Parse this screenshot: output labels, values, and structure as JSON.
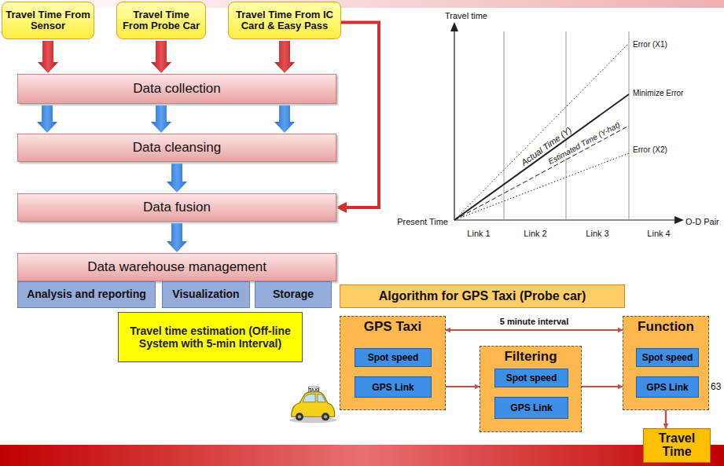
{
  "diagram": {
    "nodes": [
      {
        "text": [
          "Travel Time From Sensor"
        ]
      },
      {
        "text": [
          "Travel Time From Probe Car"
        ]
      },
      {
        "text": [
          "Travel Time From IC Card & Easy Pass"
        ]
      },
      {
        "text": [
          "Data collection"
        ]
      },
      {
        "text": [
          "Data cleansing"
        ]
      },
      {
        "text": [
          "Data fusion"
        ]
      },
      {
        "text": [
          "Data warehouse management"
        ]
      },
      {
        "text": [
          "Analysis and reporting"
        ]
      },
      {
        "text": [
          "Visualization"
        ]
      },
      {
        "text": [
          "Storage"
        ]
      },
      {
        "text": [
          "Travel time estimation (Off-line System with 5-min Interval)"
        ]
      },
      {
        "text": [
          "Algorithm for GPS Taxi  (Probe car)"
        ]
      },
      {
        "text": [
          "GPS Taxi"
        ]
      },
      {
        "text": [
          "Spot speed"
        ],
        "in": 12
      },
      {
        "text": [
          "GPS Link"
        ],
        "in": 12
      },
      {
        "text": [
          "Filtering"
        ]
      },
      {
        "text": [
          "Spot speed"
        ],
        "in": 15
      },
      {
        "text": [
          "GPS Link"
        ],
        "in": 15
      },
      {
        "text": [
          "Function"
        ]
      },
      {
        "text": [
          "Spot speed"
        ],
        "in": 18
      },
      {
        "text": [
          "GPS Link"
        ],
        "in": 18
      },
      {
        "text": [
          "Travel Time"
        ]
      }
    ],
    "edges": [
      {
        "from": 0,
        "to": 3,
        "arrow": "to"
      },
      {
        "from": 1,
        "to": 3,
        "arrow": "to"
      },
      {
        "from": 2,
        "to": 3,
        "arrow": "to"
      },
      {
        "from": 3,
        "to": 4,
        "arrow": "to"
      },
      {
        "from": 3,
        "to": 4,
        "arrow": "to"
      },
      {
        "from": 3,
        "to": 4,
        "arrow": "to"
      },
      {
        "from": 4,
        "to": 5,
        "arrow": "to"
      },
      {
        "from": 2,
        "to": 5,
        "arrow": "to"
      },
      {
        "from": 5,
        "to": 6,
        "arrow": "to"
      },
      {
        "from": 12,
        "to": 18,
        "label": "5 minute interval",
        "arrow": "both"
      },
      {
        "from": 12,
        "to": 15,
        "arrow": "to"
      },
      {
        "from": 15,
        "to": 18,
        "arrow": "to"
      },
      {
        "from": 18,
        "to": 21,
        "arrow": "to"
      }
    ],
    "labels": [
      "Travel time",
      "Present Time",
      "Link 1",
      "Link 2",
      "Link 3",
      "Link 4",
      "O-D Pair",
      "Error (X1)",
      "Minimize Error",
      "Error (X2)",
      "Actual Time (Y)",
      "Estimated Time (Y-hat)",
      "63",
      "TAXI"
    ]
  }
}
